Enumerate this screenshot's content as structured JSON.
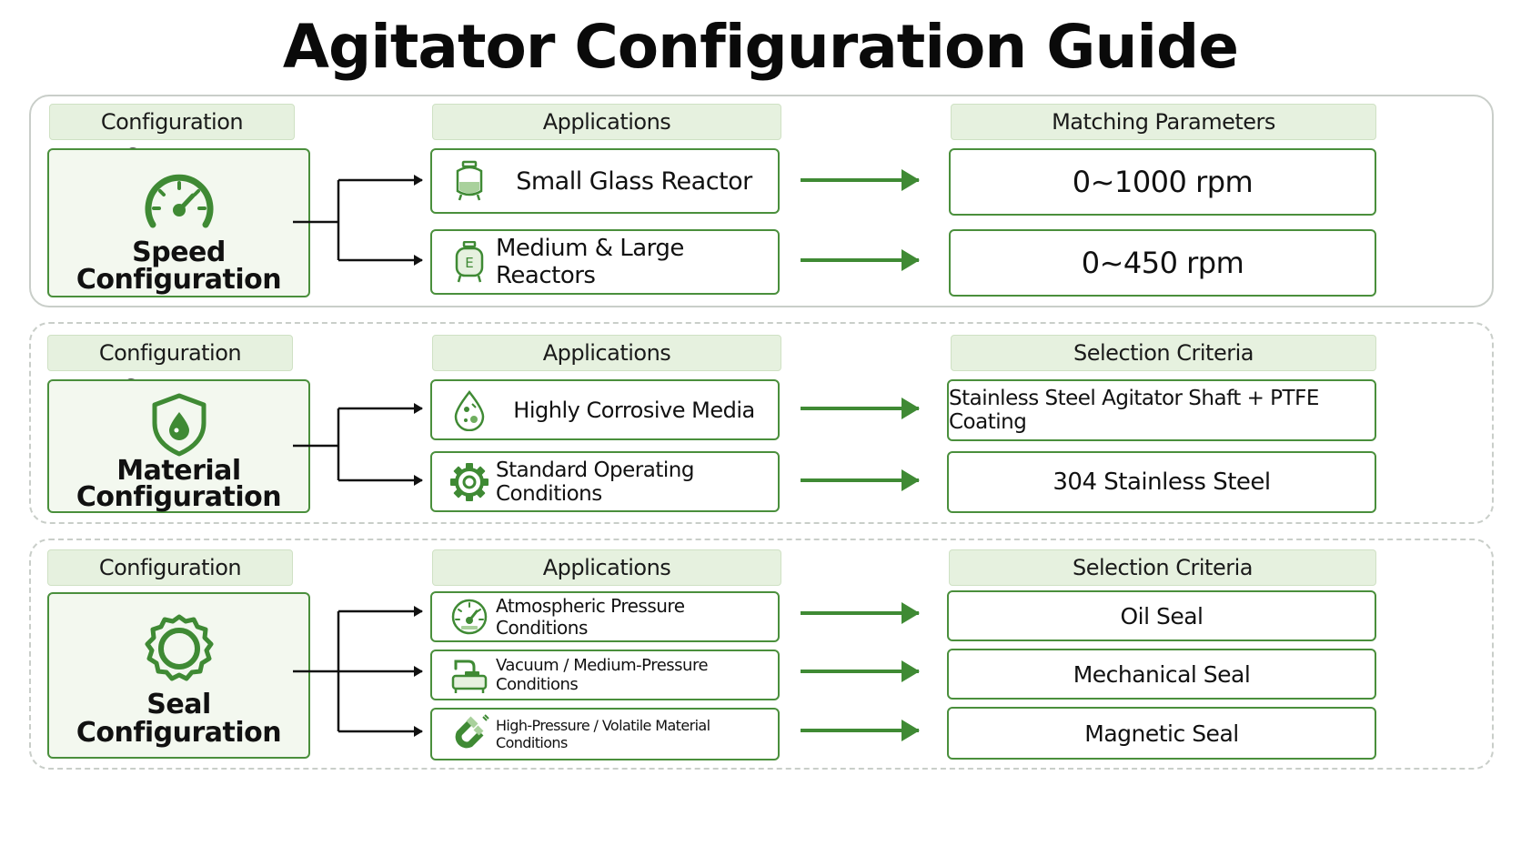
{
  "title": "Agitator Configuration Guide",
  "colors": {
    "accent": "#3f8a34",
    "header_fill": "#e6f1df",
    "category_fill": "#f3f8ef",
    "border": "#c9cec9"
  },
  "sections": [
    {
      "category_header": "Configuration Category",
      "applications_header": "Applications",
      "result_header": "Matching Parameters",
      "category_icon": "speedometer-icon",
      "category_label_line1": "Speed",
      "category_label_line2": "Configuration",
      "rows": [
        {
          "icon": "glass-reactor-icon",
          "application": "Small Glass Reactor",
          "result": "0~1000 rpm"
        },
        {
          "icon": "large-reactor-icon",
          "application": "Medium & Large Reactors",
          "result": "0~450 rpm"
        }
      ]
    },
    {
      "category_header": "Configuration Category",
      "applications_header": "Applications",
      "result_header": "Selection Criteria",
      "category_icon": "shield-drop-icon",
      "category_label_line1": "Material",
      "category_label_line2": "Configuration",
      "rows": [
        {
          "icon": "corrosive-drop-icon",
          "application": "Highly Corrosive Media",
          "result": "Stainless Steel Agitator Shaft + PTFE Coating"
        },
        {
          "icon": "gear-icon",
          "application": "Standard Operating Conditions",
          "result": "304 Stainless Steel"
        }
      ]
    },
    {
      "category_header": "Configuration Category",
      "applications_header": "Applications",
      "result_header": "Selection Criteria",
      "category_icon": "seal-ring-icon",
      "category_label_line1": "Seal",
      "category_label_line2": "Configuration",
      "rows": [
        {
          "icon": "pressure-gauge-icon",
          "application": "Atmospheric Pressure Conditions",
          "result": "Oil Seal"
        },
        {
          "icon": "vacuum-pump-icon",
          "application": "Vacuum / Medium-Pressure Conditions",
          "result": "Mechanical Seal"
        },
        {
          "icon": "magnet-icon",
          "application": "High-Pressure / Volatile Material Conditions",
          "result": "Magnetic Seal"
        }
      ]
    }
  ]
}
